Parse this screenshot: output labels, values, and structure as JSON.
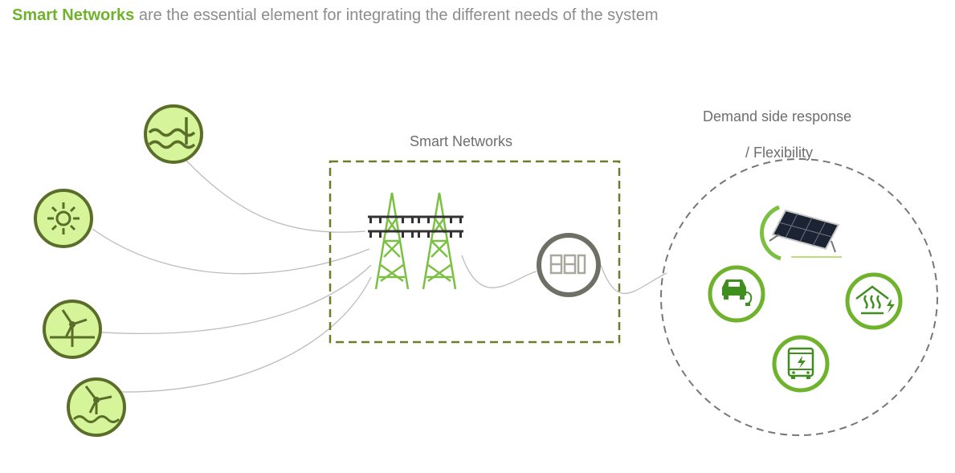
{
  "headline": {
    "strong": "Smart Networks",
    "rest": " are the essential element for integrating the different needs of the system"
  },
  "labels": {
    "smart_networks": "Smart Networks",
    "dsr_line1": "Demand side response",
    "dsr_line2": "/ Flexibility"
  },
  "icons": {
    "generation": [
      "wave-energy-icon",
      "solar-sun-icon",
      "wind-turbine-icon",
      "offshore-wind-turbine-icon"
    ],
    "network": [
      "transmission-tower-icon",
      "smart-meter-icon"
    ],
    "demand": [
      "solar-panel-icon",
      "electric-car-icon",
      "electric-heating-icon",
      "electric-bus-icon"
    ]
  },
  "colors": {
    "accent_green": "#6fb22c",
    "light_green_fill": "#d6f59a",
    "dark_olive": "#5a6e2a",
    "dashed_box": "#6b7f2a",
    "meter_grey": "#6e7066",
    "connector_grey": "#bdbdbd",
    "text_grey": "#8c8c8c"
  }
}
